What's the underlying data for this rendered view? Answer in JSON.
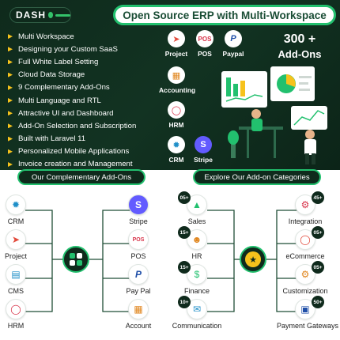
{
  "logo": {
    "text": "DASH"
  },
  "header": {
    "title": "Open Source ERP with Multi-Workspace"
  },
  "features": [
    "Multi Workspace",
    "Designing your Custom SaaS",
    "Full White Label Setting",
    "Cloud Data Storage",
    "9 Complementary Add-Ons",
    "Multi Language and RTL",
    "Attractive UI and Dashboard",
    "Add-On Selection and Subscription",
    "Built with Laravel 11",
    "Personalized Mobile Applications",
    "Invoice creation and Management"
  ],
  "addons_top": [
    {
      "label": "Project",
      "icon": "rocket-icon"
    },
    {
      "label": "POS",
      "icon": "pos-icon"
    },
    {
      "label": "Paypal",
      "icon": "paypal-icon"
    },
    {
      "label": "Accounting",
      "icon": "accounting-icon"
    },
    {
      "label": "HRM",
      "icon": "hrm-icon"
    },
    {
      "label": "CRM",
      "icon": "crm-icon"
    },
    {
      "label": "Stripe",
      "icon": "stripe-icon"
    }
  ],
  "addon_count": {
    "number": "300 +",
    "text": "Add-Ons"
  },
  "sections": {
    "left": "Our Complementary Add-Ons",
    "right": "Explore Our Add-on Categories"
  },
  "left_nodes": [
    {
      "label": "CRM",
      "icon": "crm-icon"
    },
    {
      "label": "Project",
      "icon": "rocket-icon"
    },
    {
      "label": "CMS",
      "icon": "cms-icon"
    },
    {
      "label": "HRM",
      "icon": "hrm-icon"
    },
    {
      "label": "Stripe",
      "icon": "stripe-icon"
    },
    {
      "label": "POS",
      "icon": "pos-icon"
    },
    {
      "label": "Pay Pal",
      "icon": "paypal-icon"
    },
    {
      "label": "Account",
      "icon": "accounting-icon"
    }
  ],
  "right_nodes": [
    {
      "label": "Sales",
      "badge": "05+",
      "icon": "sales-icon"
    },
    {
      "label": "HR",
      "badge": "15+",
      "icon": "hr-icon"
    },
    {
      "label": "Finance",
      "badge": "15+",
      "icon": "finance-icon"
    },
    {
      "label": "Communication",
      "badge": "10+",
      "icon": "communication-icon"
    },
    {
      "label": "Integration",
      "badge": "45+",
      "icon": "integration-icon"
    },
    {
      "label": "eCommerce",
      "badge": "05+",
      "icon": "ecommerce-icon"
    },
    {
      "label": "Customization",
      "badge": "05+",
      "icon": "customization-icon"
    },
    {
      "label": "Payment Gateways",
      "badge": "50+",
      "icon": "payment-gateways-icon"
    }
  ],
  "colors": {
    "dark_green": "#0f2a1c",
    "accent_green": "#22c06e",
    "bullet_yellow": "#f6c21c"
  }
}
